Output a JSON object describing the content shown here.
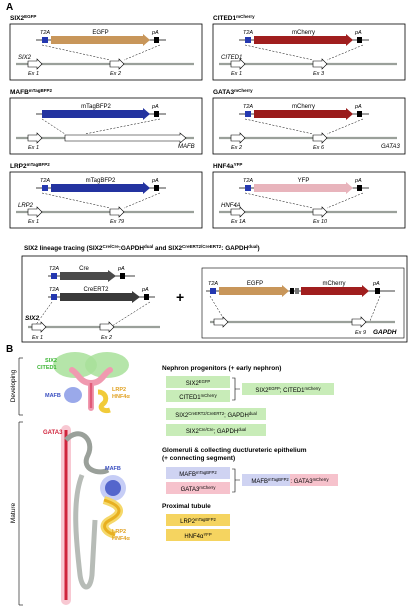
{
  "panelA": {
    "letter": "A",
    "constructs": [
      {
        "title": "SIX2",
        "sup": "EGFP",
        "t2a": "T2A",
        "reporter": "EGFP",
        "pa": "pA",
        "gene": "SIX2",
        "ex_left": "Ex 1",
        "ex_right": "Ex 2",
        "color": "#c8965a"
      },
      {
        "title": "CITED1",
        "sup": "mCherry",
        "t2a": "T2A",
        "reporter": "mCherry",
        "pa": "pA",
        "gene": "CITED1",
        "ex_left": "Ex 1",
        "ex_right": "Ex 3",
        "color": "#a01e1e"
      },
      {
        "title": "MAFB",
        "sup": "mTagBFP2",
        "reporter": "mTagBFP2",
        "pa": "pA",
        "gene": "MAFB",
        "ex_left": "Ex 1",
        "color": "#2333a0"
      },
      {
        "title": "GATA3",
        "sup": "mCherry",
        "t2a": "T2A",
        "reporter": "mCherry",
        "pa": "pA",
        "gene": "GATA3",
        "ex_left": "Ex 2",
        "ex_right": "Ex 6",
        "color": "#9a1b1b"
      },
      {
        "title": "LRP2",
        "sup": "mTagBFP2",
        "t2a": "T2A",
        "reporter": "mTagBFP2",
        "pa": "pA",
        "gene": "LRP2",
        "ex_left": "Ex 1",
        "ex_right": "Ex 79",
        "color": "#2333a0"
      },
      {
        "title": "HNF4a",
        "sup": "YFP",
        "t2a": "T2A",
        "reporter": "YFP",
        "pa": "pA",
        "gene": "HNF4A",
        "ex_left": "Ex 1A",
        "ex_right": "Ex 10",
        "color": "#e8b4bc"
      }
    ],
    "lineage": {
      "title": "SIX2 lineage tracing (SIX2",
      "title_sup1": "Cre/Cre",
      "title_mid": ":GAPDH",
      "title_sup2": "dual",
      "title_and": " and SIX2",
      "title_sup3": "CreERT2/CreERT2",
      "title_end": ": GAPDH",
      "title_sup4": "dual",
      "title_close": ")",
      "t2a": "T2A",
      "cre": "Cre",
      "creert2": "CreERT2",
      "pa": "pA",
      "gene_left": "SIX2",
      "ex_left1": "Ex 1",
      "ex_left2": "Ex 2",
      "plus": "+",
      "egfp": "EGFP",
      "mcherry": "mCherry",
      "gene_right": "GAPDH",
      "ex_right": "Ex 9"
    }
  },
  "panelB": {
    "letter": "B",
    "developing_label": "Developing",
    "mature_label": "Mature",
    "kidney_labels": {
      "six2": "SIX2",
      "cited1": "CITED1",
      "mafb_top": "MAFB",
      "lrp2_top": "LRP2",
      "hnf4a_top": "HNF4α",
      "gata3": "GATA3",
      "mafb_bottom": "MAFB",
      "lrp2_bottom": "LRP2",
      "hnf4a_bottom": "HNF4α"
    },
    "colors": {
      "green": "#3cb534",
      "blue": "#3a4fc0",
      "red": "#d0243c",
      "yellow": "#e8b020",
      "pink": "#f4b6c2"
    },
    "np": {
      "heading": "Nephron progenitors (+ early nephron)",
      "box1_gene": "SIX2",
      "box1_sup": "EGFP",
      "box2_gene": "CITED1",
      "box2_sup": "mCherry",
      "combo_a": "SIX2",
      "combo_a_sup": "EGFP",
      "combo_b": "; CITED1",
      "combo_b_sup": "mCherry",
      "box3_a": "SIX2",
      "box3_a_sup": "CreERT2/CreERT2",
      "box3_b": "; GAPDH",
      "box3_b_sup": "dual",
      "box4_a": "SIX2",
      "box4_a_sup": "Cre/Cre",
      "box4_b": "; GAPDH",
      "box4_b_sup": "dual"
    },
    "gl": {
      "heading": "Glomeruli & collecting duct/ureteric epithelium",
      "heading2": "(+ connecting segment)",
      "box1_gene": "MAFB",
      "box1_sup": "mTagBFP2",
      "box2_gene": "GATA3",
      "box2_sup": "mCherry",
      "combo_a": "MAFB",
      "combo_a_sup": "mTagBFP2",
      "combo_b": " : GATA3",
      "combo_b_sup": "mCherry"
    },
    "pt": {
      "heading": "Proximal tubule",
      "box1_gene": "LRP2",
      "box1_sup": "mTagBFP2",
      "box2_gene": "HNF4α",
      "box2_sup": "YFP"
    }
  }
}
